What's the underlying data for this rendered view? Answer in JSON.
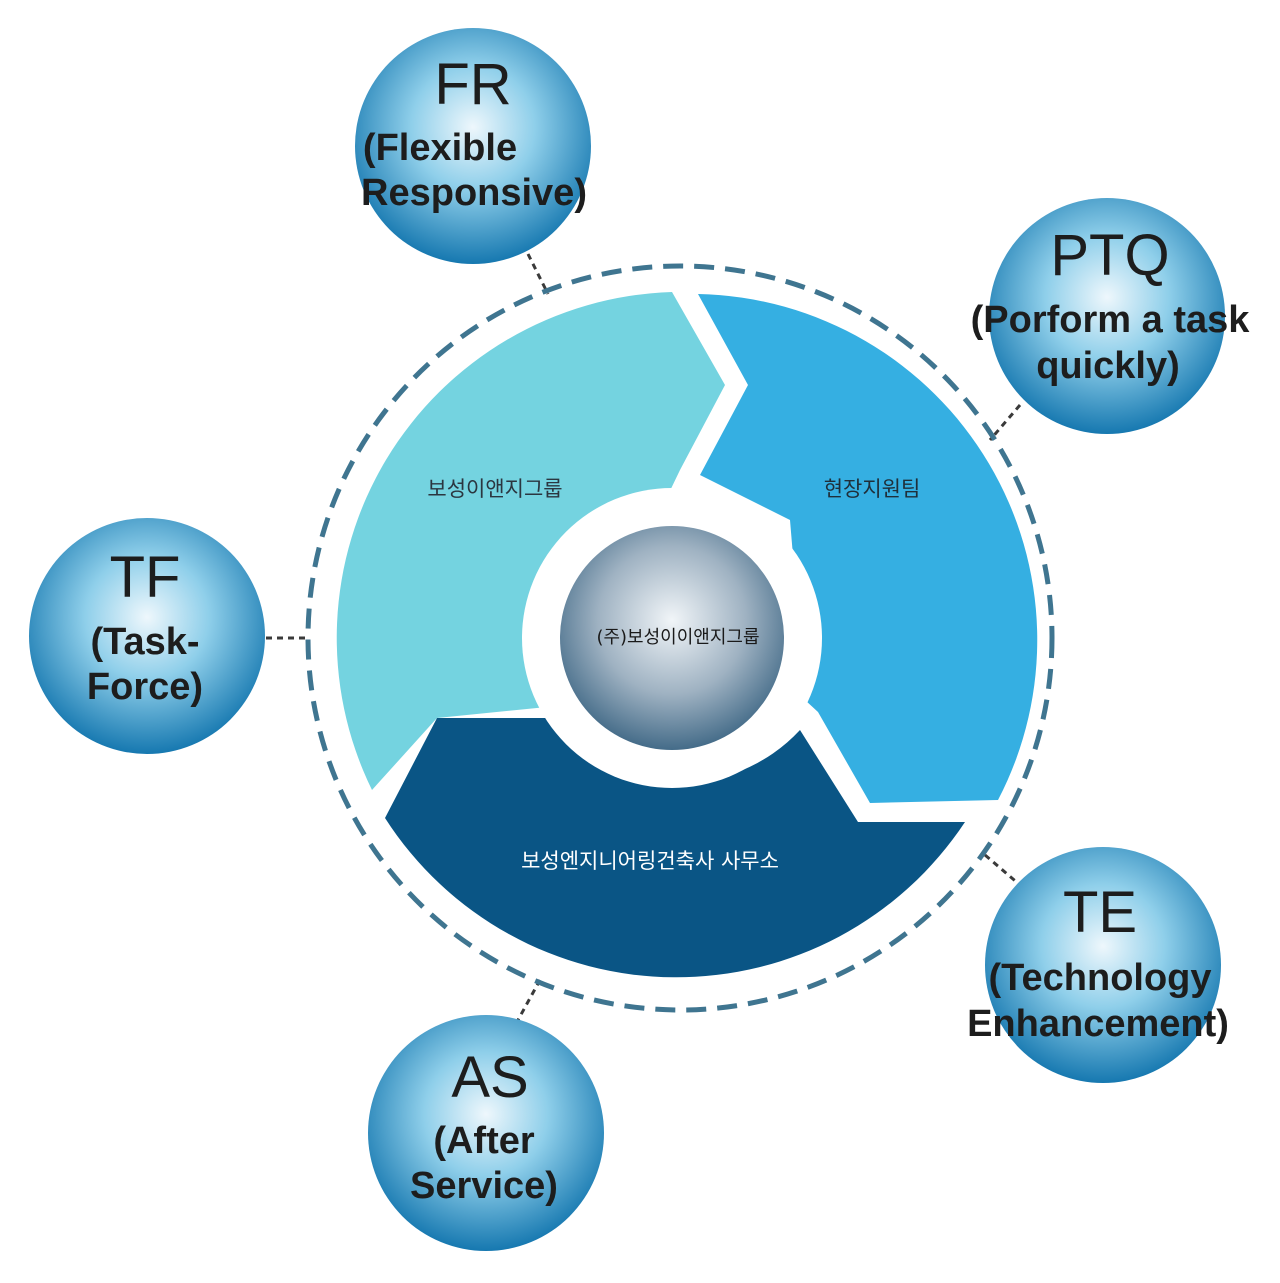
{
  "center": {
    "label": "(주)보성이이앤지그룹"
  },
  "segments": [
    {
      "label": "보성이앤지그룹",
      "color": "#74d3e0",
      "text_color": "#2b3640"
    },
    {
      "label": "현장지원팀",
      "color": "#35afe2",
      "text_color": "#1f2f3a"
    },
    {
      "label": "보성엔지니어링건축사 사무소",
      "color": "#0a5585",
      "text_color": "#ffffff"
    }
  ],
  "nodes": [
    {
      "id": "fr",
      "title": "FR",
      "subtitle_lines": [
        "(Flexible",
        "Responsive)"
      ]
    },
    {
      "id": "ptq",
      "title": "PTQ",
      "subtitle_lines": [
        "(Porform a task",
        "quickly)"
      ]
    },
    {
      "id": "tf",
      "title": "TF",
      "subtitle_lines": [
        "(Task-",
        "Force)"
      ]
    },
    {
      "id": "te",
      "title": "TE",
      "subtitle_lines": [
        "(Technology",
        "Enhancement)"
      ]
    },
    {
      "id": "as",
      "title": "AS",
      "subtitle_lines": [
        "(After",
        "Service)"
      ]
    }
  ],
  "colors": {
    "ring": "#3f7590",
    "connector": "#3a3a3a",
    "node_edge": "#1a7fb7",
    "node_center": "#e9f4fb"
  }
}
